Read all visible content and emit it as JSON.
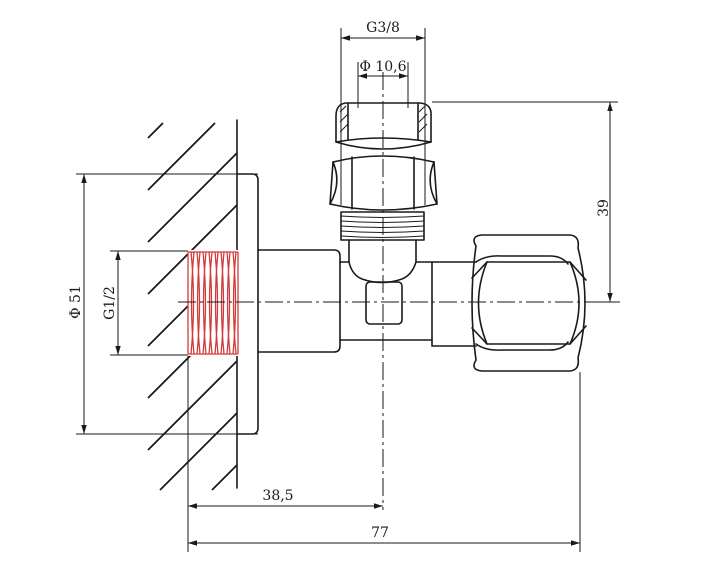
{
  "dimensions": {
    "top_thread": "G3/8",
    "bore": "Φ 10,6",
    "height": "39",
    "flange_diameter": "Φ 51",
    "inlet_thread": "G1/2",
    "depth": "38,5",
    "overall_length": "77"
  },
  "colors": {
    "line": "#1a1a1a",
    "thread_highlight": "#d23b3b"
  }
}
